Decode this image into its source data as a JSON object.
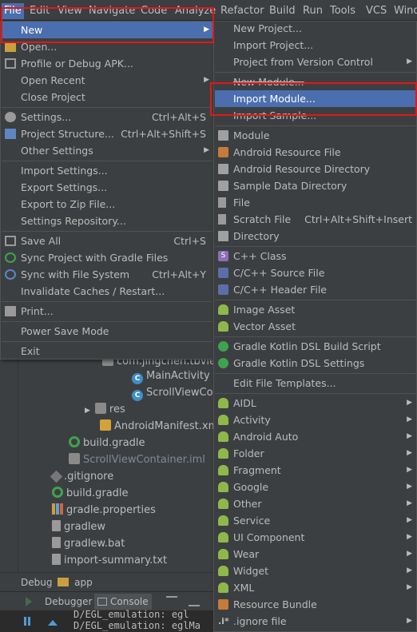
{
  "menubar": {
    "items": [
      "File",
      "Edit",
      "View",
      "Navigate",
      "Code",
      "Analyze",
      "Refactor",
      "Build",
      "Run",
      "Tools",
      "VCS",
      "Wind"
    ]
  },
  "file_menu": {
    "new": "New",
    "open": "Open...",
    "profile": "Profile or Debug APK...",
    "open_recent": "Open Recent",
    "close_project": "Close Project",
    "settings": "Settings...",
    "settings_sc": "Ctrl+Alt+S",
    "project_structure": "Project Structure...",
    "project_structure_sc": "Ctrl+Alt+Shift+S",
    "other_settings": "Other Settings",
    "import_settings": "Import Settings...",
    "export_settings": "Export Settings...",
    "export_zip": "Export to Zip File...",
    "settings_repo": "Settings Repository...",
    "save_all": "Save All",
    "save_all_sc": "Ctrl+S",
    "sync_gradle": "Sync Project with Gradle Files",
    "sync_fs": "Sync with File System",
    "sync_fs_sc": "Ctrl+Alt+Y",
    "invalidate": "Invalidate Caches / Restart...",
    "print": "Print...",
    "power_save": "Power Save Mode",
    "exit": "Exit"
  },
  "new_menu": {
    "new_project": "New Project...",
    "import_project": "Import Project...",
    "from_vcs": "Project from Version Control",
    "new_module": "New Module...",
    "import_module": "Import Module...",
    "import_sample": "Import Sample...",
    "module": "Module",
    "android_resource_file": "Android Resource File",
    "android_resource_dir": "Android Resource Directory",
    "sample_data_dir": "Sample Data Directory",
    "file": "File",
    "scratch_file": "Scratch File",
    "scratch_file_sc": "Ctrl+Alt+Shift+Insert",
    "directory": "Directory",
    "cpp_class": "C++ Class",
    "cpp_source": "C/C++ Source File",
    "cpp_header": "C/C++ Header File",
    "image_asset": "Image Asset",
    "vector_asset": "Vector Asset",
    "gradle_kotlin_build": "Gradle Kotlin DSL Build Script",
    "gradle_kotlin_settings": "Gradle Kotlin DSL Settings",
    "edit_templates": "Edit File Templates...",
    "aidl": "AIDL",
    "activity": "Activity",
    "android_auto": "Android Auto",
    "folder": "Folder",
    "fragment": "Fragment",
    "google": "Google",
    "other": "Other",
    "service": "Service",
    "ui_component": "UI Component",
    "wear": "Wear",
    "widget": "Widget",
    "xml": "XML",
    "resource_bundle": "Resource Bundle",
    "ignore_file": ".ignore file"
  },
  "tree": {
    "package": "com.jingchen.tbvie",
    "main_activity": "MainActivity",
    "scroll_view": "ScrollViewCon",
    "res": "res",
    "manifest": "AndroidManifest.xml",
    "build_gradle_app": "build.gradle",
    "iml": "ScrollViewContainer.iml",
    "gitignore": ".gitignore",
    "build_gradle": "build.gradle",
    "gradle_properties": "gradle.properties",
    "gradlew": "gradlew",
    "gradlew_bat": "gradlew.bat",
    "import_summary": "import-summary.txt"
  },
  "bottom": {
    "debug_label": "Debug",
    "app_label": "app",
    "debugger_tab": "Debugger",
    "console_tab": "Console",
    "console_line1": "D/EGL_emulation: egl",
    "console_line2": "D/EGL_emulation: eglMa"
  },
  "colors": {
    "highlight": "#4b6eaf",
    "annotation_box": "#e01818",
    "menu_bg": "#3c3f41"
  }
}
